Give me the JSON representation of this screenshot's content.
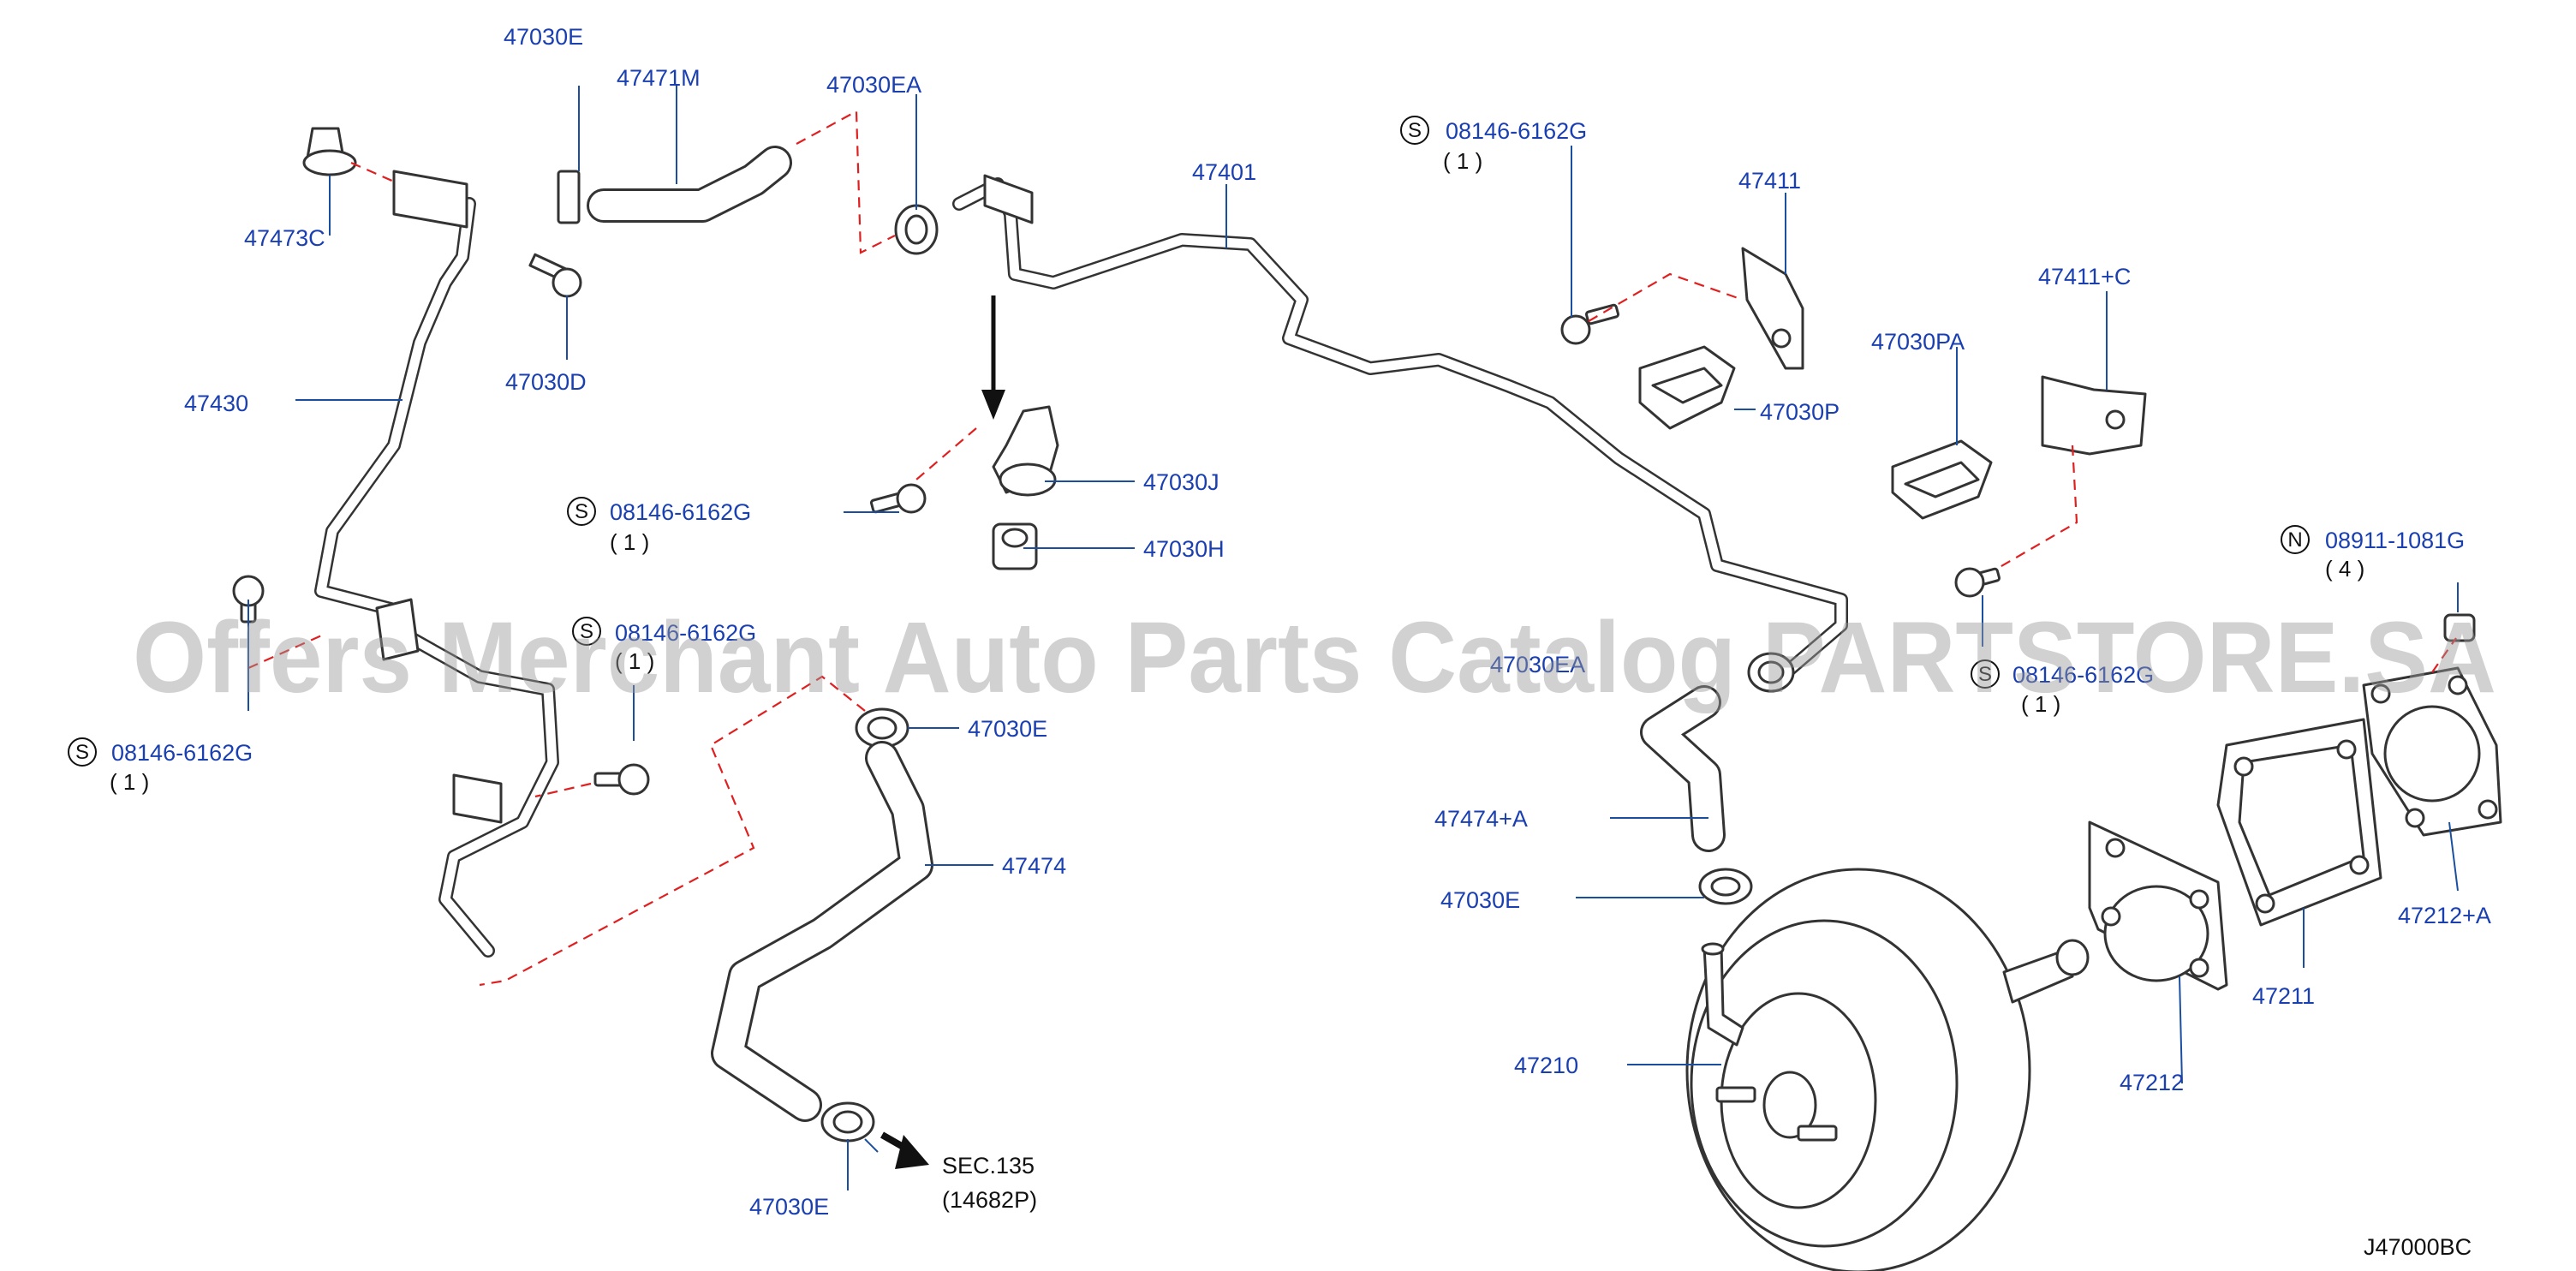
{
  "diagram_id": "J47000BC",
  "watermark": "Offers Merchant Auto Parts Catalog PARTSTORE.SA",
  "callouts": {
    "p47030E_top": "47030E",
    "p47471M": "47471M",
    "p47030EA_top": "47030EA",
    "p47473C": "47473C",
    "p47030D": "47030D",
    "p47430": "47430",
    "p47401": "47401",
    "p47411": "47411",
    "p47411C": "47411+C",
    "p47030PA": "47030PA",
    "p47030P": "47030P",
    "p47030J": "47030J",
    "p47030H": "47030H",
    "p47030EA_mid": "47030EA",
    "p47474A": "47474+A",
    "p47030E_mid": "47030E",
    "p47030E_right": "47030E",
    "p47474": "47474",
    "p47030E_bottom": "47030E",
    "p47210": "47210",
    "p47212": "47212",
    "p47211": "47211",
    "p47212A": "47212+A"
  },
  "fasteners": [
    {
      "prefix": "S",
      "part": "08146-6162G",
      "qty": "( 1 )"
    },
    {
      "prefix": "S",
      "part": "08146-6162G",
      "qty": "( 1 )"
    },
    {
      "prefix": "S",
      "part": "08146-6162G",
      "qty": "( 1 )"
    },
    {
      "prefix": "S",
      "part": "08146-6162G",
      "qty": "( 1 )"
    },
    {
      "prefix": "S",
      "part": "08146-6162G",
      "qty": "( 1 )"
    },
    {
      "prefix": "N",
      "part": "08911-1081G",
      "qty": "( 4 )"
    }
  ],
  "reference": {
    "section": "SEC.135",
    "part": "(14682P)"
  },
  "colors": {
    "callout_text": "#1a3fb0",
    "leader_line": "#1a4fa0",
    "phantom_line": "#e02020",
    "part_outline": "#333333"
  }
}
